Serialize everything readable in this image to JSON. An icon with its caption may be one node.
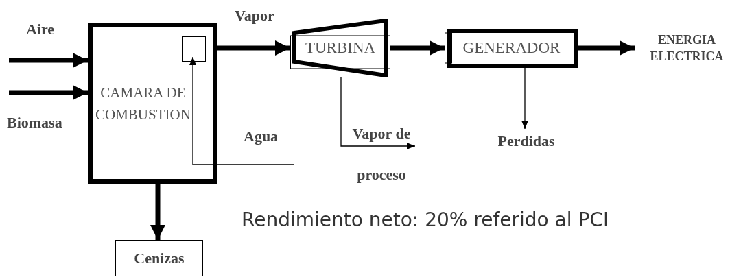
{
  "diagram": {
    "nodes": [
      {
        "text": [
          "CAMARA DE COMBUSTION"
        ]
      },
      {
        "text": [],
        "shape": "box",
        "in": 0
      },
      {
        "text": [
          "TURBINA"
        ]
      },
      {
        "text": [
          "GENERADOR"
        ]
      },
      {
        "text": [
          "ENERGIA ELECTRICA"
        ]
      },
      {
        "text": [
          "Perdidas"
        ]
      },
      {
        "text": [
          "Cenizas"
        ]
      }
    ],
    "edges": [
      {
        "from": null,
        "to": 0,
        "arrow": "to",
        "label": "Aire"
      },
      {
        "from": null,
        "to": 0,
        "arrow": "to",
        "label": "Biomasa"
      },
      {
        "from": 0,
        "to": 2,
        "arrow": "to",
        "label": "Vapor"
      },
      {
        "from": 2,
        "to": 3,
        "arrow": "to"
      },
      {
        "from": 3,
        "to": 4,
        "arrow": "to"
      },
      {
        "from": 3,
        "to": 5,
        "arrow": "to"
      },
      {
        "from": 0,
        "to": 6,
        "arrow": "to"
      },
      {
        "from": 2,
        "to": null,
        "arrow": "to",
        "label": "Vapor de proceso"
      },
      {
        "from": null,
        "to": 1,
        "arrow": "to",
        "label": "Agua"
      }
    ],
    "labels": [
      "Rendimiento neto: 20% referido al PCI"
    ]
  }
}
